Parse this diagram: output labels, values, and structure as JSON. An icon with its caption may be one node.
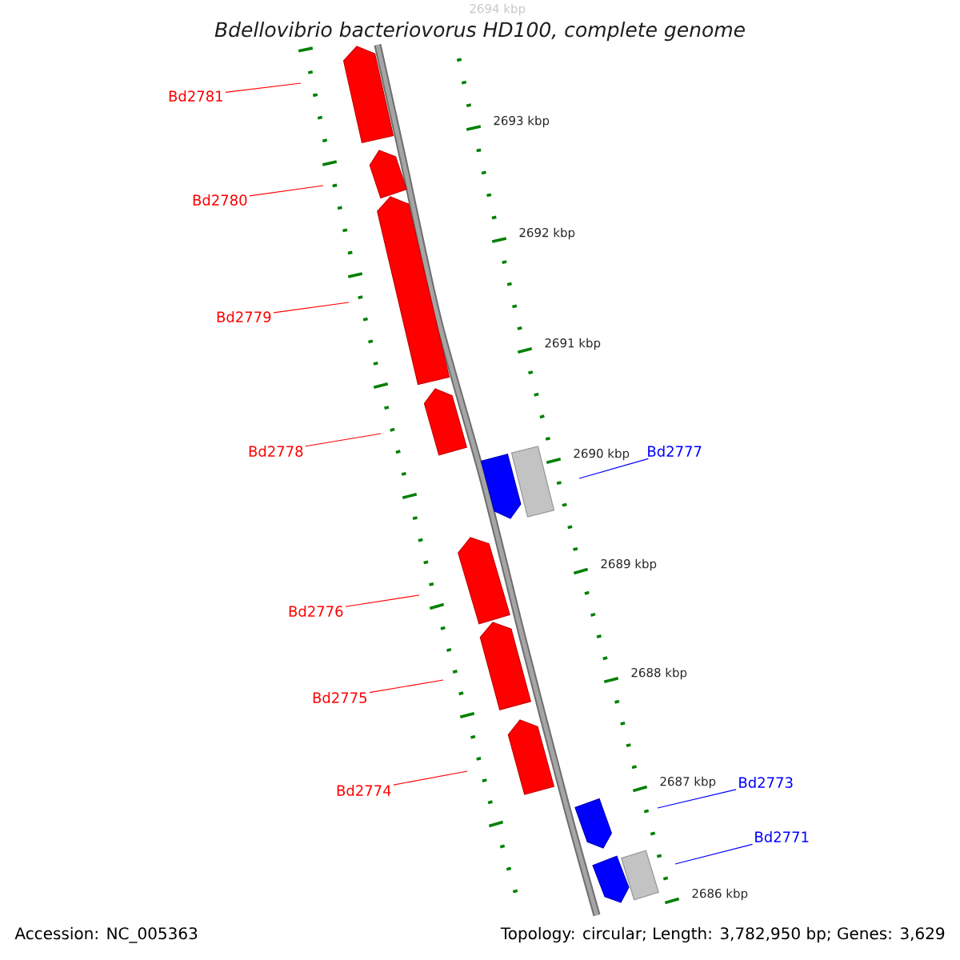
{
  "diagram": {
    "title": "Bdellovibrio bacteriovorus HD100, complete genome",
    "nodes": [
      {
        "text": [
          "Bd2781"
        ]
      },
      {
        "text": [
          "Bd2780"
        ]
      },
      {
        "text": [
          "Bd2779"
        ]
      },
      {
        "text": [
          "Bd2778"
        ]
      },
      {
        "text": [
          "Bd2777"
        ]
      },
      {
        "text": [
          "Bd2776"
        ]
      },
      {
        "text": [
          "Bd2775"
        ]
      },
      {
        "text": [
          "Bd2774"
        ]
      },
      {
        "text": [
          "Bd2773"
        ]
      },
      {
        "text": [
          "Bd2771"
        ]
      }
    ],
    "edges": [
      {
        "from": 0,
        "to": null,
        "arrow": "none"
      },
      {
        "from": 1,
        "to": null,
        "arrow": "none"
      },
      {
        "from": 2,
        "to": null,
        "arrow": "none"
      },
      {
        "from": 3,
        "to": null,
        "arrow": "none"
      },
      {
        "from": 4,
        "to": null,
        "arrow": "none",
        "color": "#0000ff"
      },
      {
        "from": 5,
        "to": null,
        "arrow": "none"
      },
      {
        "from": 6,
        "to": null,
        "arrow": "none"
      },
      {
        "from": 7,
        "to": null,
        "arrow": "none"
      },
      {
        "from": 8,
        "to": null,
        "arrow": "none",
        "color": "#0000ff"
      },
      {
        "from": 9,
        "to": null,
        "arrow": "none",
        "color": "#0000ff"
      }
    ],
    "labels": [
      "2694 kbp",
      "2693 kbp",
      "2692 kbp",
      "2691 kbp",
      "2690 kbp",
      "2689 kbp",
      "2688 kbp",
      "2687 kbp",
      "2686 kbp",
      "Accession: NC_005363",
      "Topology: circular; Length: 3,782,950 bp; Genes: 3,629"
    ]
  }
}
